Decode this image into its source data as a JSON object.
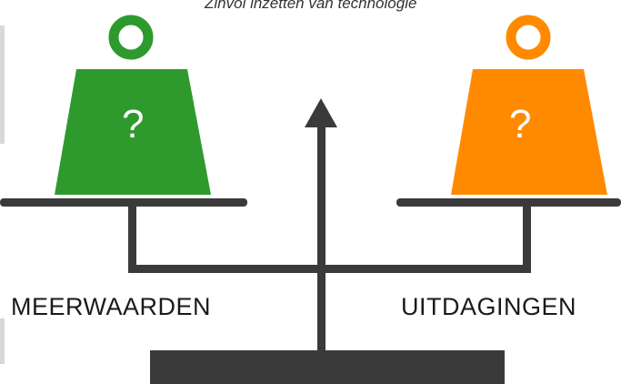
{
  "background": {
    "partial_heading": "Zinvol inzetten van technologie"
  },
  "diagram": {
    "left_weight": {
      "symbol": "?",
      "color": "#2e9a2e"
    },
    "right_weight": {
      "symbol": "?",
      "color": "#ff8a00"
    },
    "left_label": "MEERWAARDEN",
    "right_label": "UITDAGINGEN",
    "beam_color": "#3a3a3a"
  }
}
